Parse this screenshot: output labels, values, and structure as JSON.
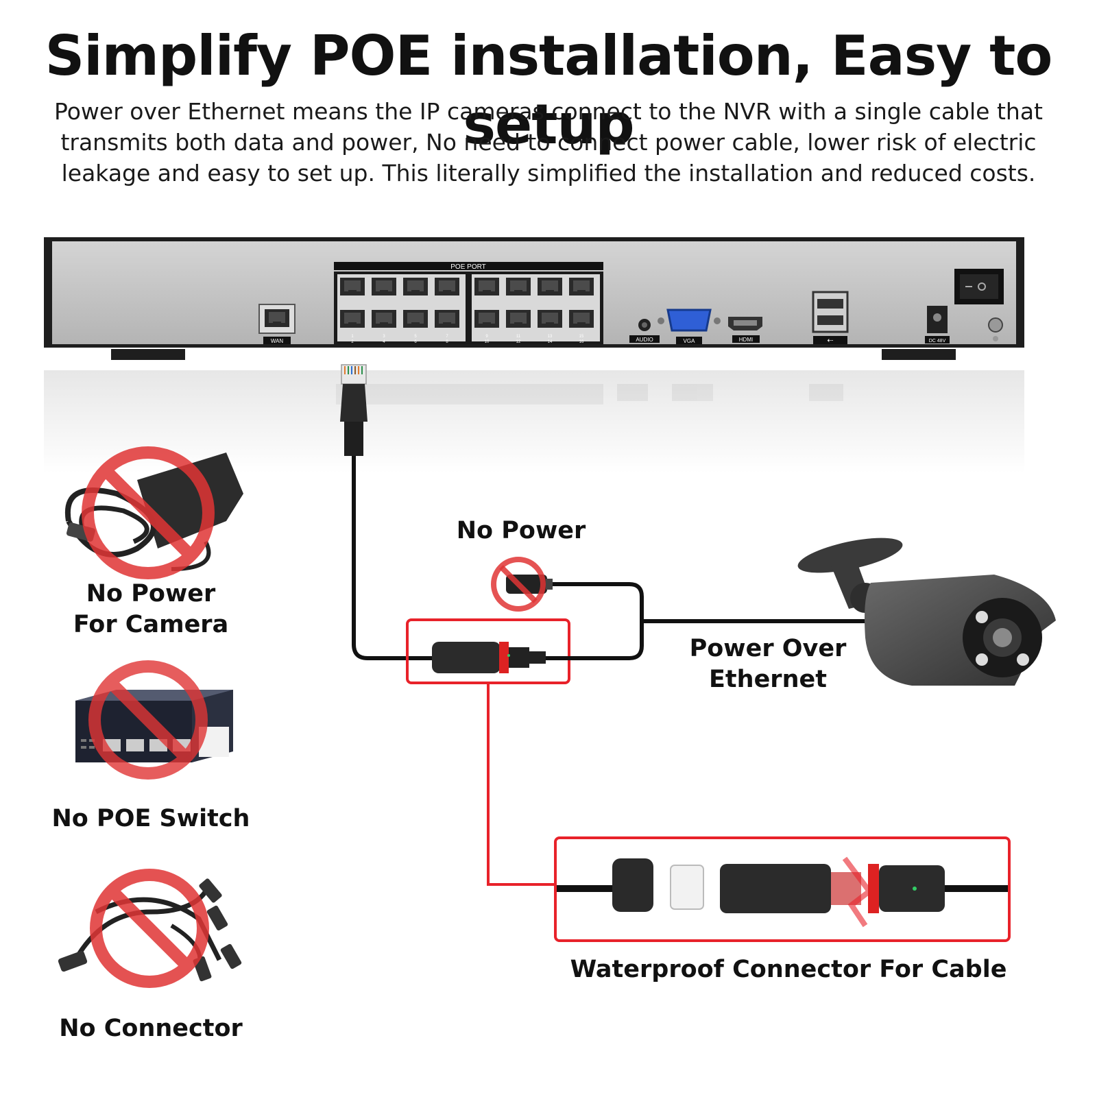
{
  "headline": "Simplify POE installation, Easy to setup",
  "description": [
    "Power over Ethernet means the IP cameras connect to the NVR with a single cable that",
    "transmits both data and power, No need to connect power cable, lower risk of electric",
    "leakage and easy to set up. This literally simplified the installation and reduced costs."
  ],
  "nvr": {
    "poe_port_label": "POE PORT",
    "port_numbers_top": [
      "1",
      "3",
      "5",
      "7",
      "9",
      "11",
      "13",
      "15"
    ],
    "port_numbers_bottom": [
      "2",
      "4",
      "6",
      "8",
      "10",
      "12",
      "14",
      "16"
    ],
    "wan_label": "WAN",
    "audio_label": "AUDIO",
    "vga_label": "VGA",
    "hdmi_label": "HDMI",
    "dc_label": "DC 48V"
  },
  "left_items": [
    {
      "line1": "No Power",
      "line2": "For Camera",
      "icon": "power-adapter-icon"
    },
    {
      "line1": "No POE Switch",
      "line2": "",
      "icon": "poe-switch-icon"
    },
    {
      "line1": "No Connector",
      "line2": "",
      "icon": "splitter-cable-icon"
    }
  ],
  "diagram": {
    "no_power_label": "No Power",
    "poe_label_line1": "Power Over",
    "poe_label_line2": "Ethernet",
    "waterproof_label": "Waterproof Connector For Cable"
  },
  "colors": {
    "prohibit_red": "#e03535",
    "frame_red": "#e8222a",
    "nvr_body": "#c6c6c6",
    "nvr_frame": "#1e1e1e"
  }
}
